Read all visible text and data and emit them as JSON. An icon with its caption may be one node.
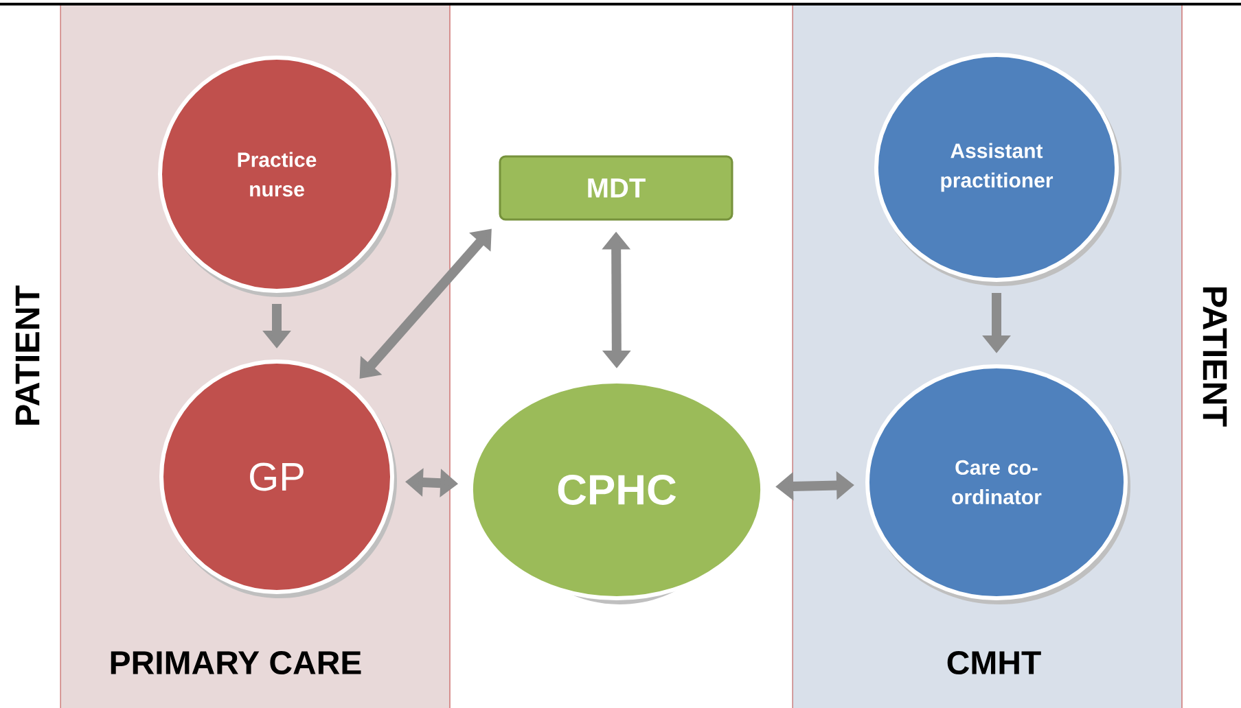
{
  "diagram": {
    "nodes": [
      {
        "text": [
          "PRIMARY CARE"
        ]
      },
      {
        "text": [
          "Practice nurse"
        ],
        "in": 0
      },
      {
        "text": [
          "GP"
        ],
        "in": 0
      },
      {
        "text": [
          "MDT"
        ]
      },
      {
        "text": [
          "CPHC"
        ]
      },
      {
        "text": [
          "CMHT"
        ]
      },
      {
        "text": [
          "Assistant practitioner"
        ],
        "in": 5
      },
      {
        "text": [
          "Care co-ordinator"
        ],
        "in": 5
      }
    ],
    "edges": [
      {
        "from": 1,
        "to": 2,
        "arrow": "to"
      },
      {
        "from": 2,
        "to": 3,
        "arrow": "both"
      },
      {
        "from": 3,
        "to": 4,
        "arrow": "both"
      },
      {
        "from": 2,
        "to": 4,
        "arrow": "both"
      },
      {
        "from": 4,
        "to": 7,
        "arrow": "both"
      },
      {
        "from": 6,
        "to": 7,
        "arrow": "to"
      }
    ],
    "labels": [
      "PATIENT",
      "PATIENT"
    ]
  }
}
